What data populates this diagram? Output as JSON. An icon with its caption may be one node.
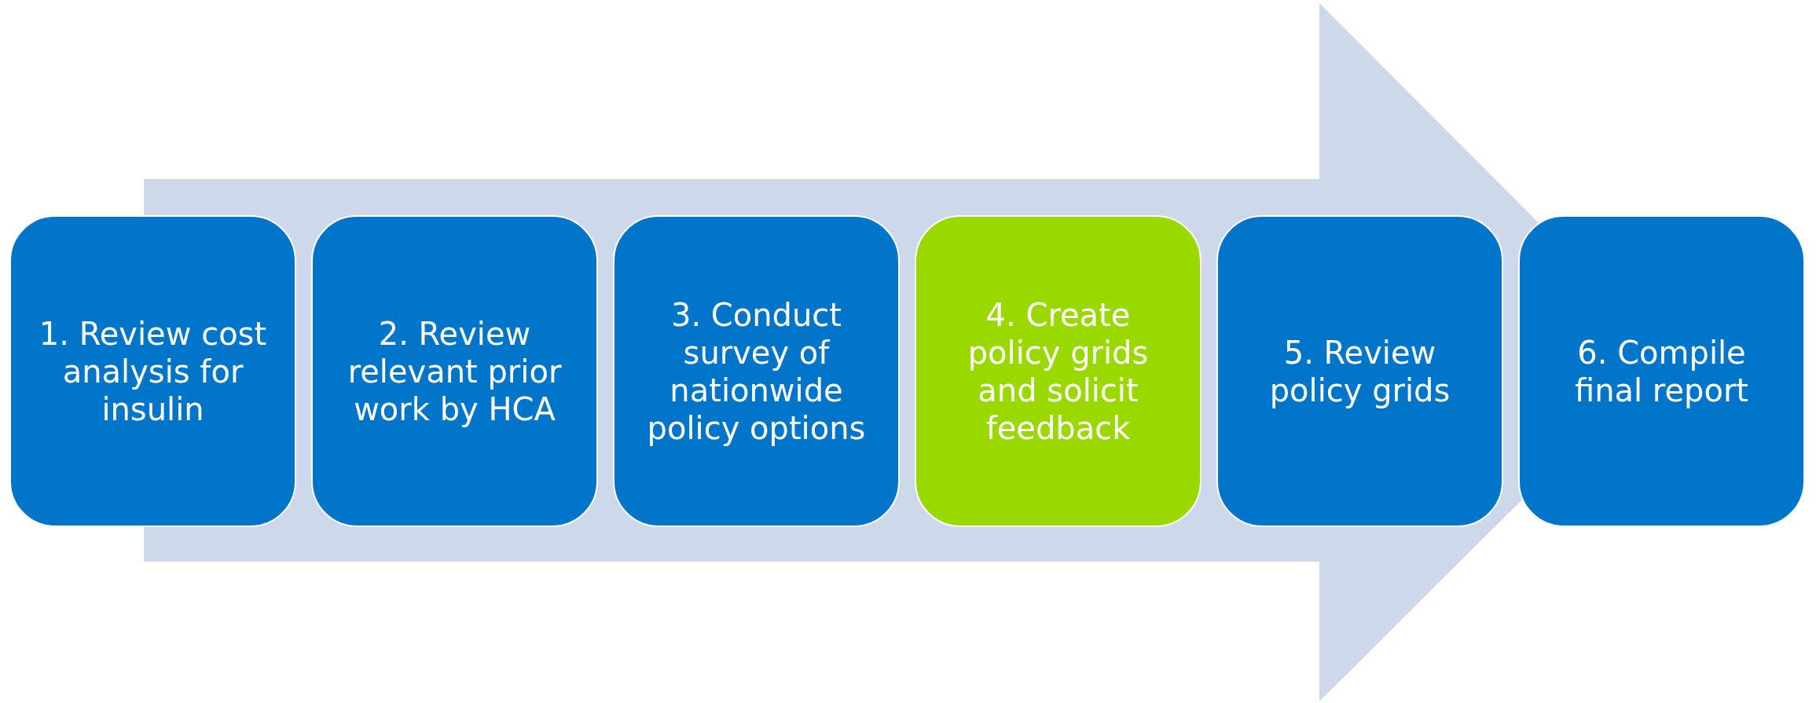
{
  "diagram": {
    "nodes": [
      {
        "text": [
          "1. Review cost analysis for insulin"
        ]
      },
      {
        "text": [
          "2. Review relevant prior work by HCA"
        ]
      },
      {
        "text": [
          "3. Conduct survey of nationwide policy options"
        ]
      },
      {
        "text": [
          "4. Create policy grids and solicit feedback"
        ]
      },
      {
        "text": [
          "5. Review policy grids"
        ]
      },
      {
        "text": [
          "6. Compile final report"
        ]
      }
    ],
    "edges": [
      {
        "from": 0,
        "to": 5,
        "arrow": "to"
      }
    ]
  }
}
